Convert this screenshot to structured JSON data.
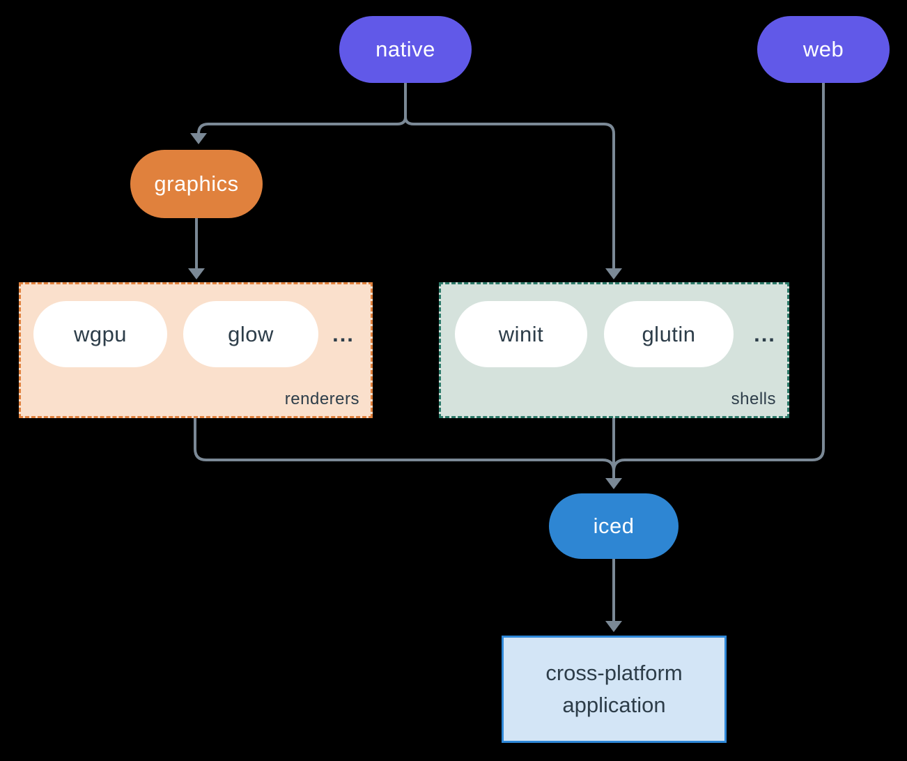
{
  "palette": {
    "bg": "#000000",
    "node-purple": "#6159E8",
    "node-orange": "#E0813D",
    "node-blue": "#2E86D3",
    "renderers-fill": "#FAE0CC",
    "renderers-border": "#E0813D",
    "shells-fill": "#D5E2DC",
    "shells-border": "#2C7A69",
    "app-fill": "#D3E5F6",
    "app-border": "#2F88D8",
    "edge": "#7B8996",
    "dark-text": "#2D3D49",
    "pill-text": "#FFFFFF"
  },
  "nodes": {
    "native": {
      "label": "native"
    },
    "web": {
      "label": "web"
    },
    "graphics": {
      "label": "graphics"
    },
    "iced": {
      "label": "iced"
    },
    "application": {
      "label": "cross-platform application"
    }
  },
  "groups": {
    "renderers": {
      "label": "renderers",
      "items": [
        {
          "label": "wgpu"
        },
        {
          "label": "glow"
        }
      ],
      "ellipsis": "..."
    },
    "shells": {
      "label": "shells",
      "items": [
        {
          "label": "winit"
        },
        {
          "label": "glutin"
        }
      ],
      "ellipsis": "..."
    }
  }
}
